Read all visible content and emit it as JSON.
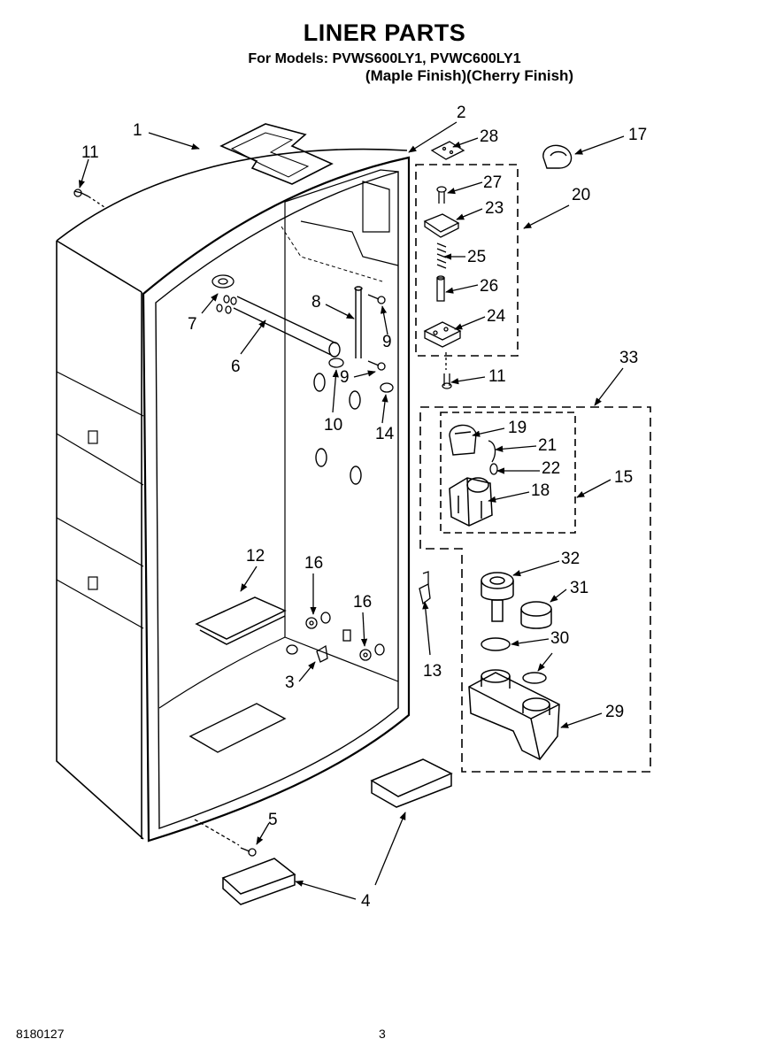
{
  "header": {
    "title": "LINER PARTS",
    "models": "For Models: PVWS600LY1, PVWC600LY1",
    "finish": "(Maple Finish)(Cherry Finish)"
  },
  "footer": {
    "doc_number": "8180127",
    "page_number": "3"
  },
  "callouts": [
    {
      "id": "c1",
      "label": "1"
    },
    {
      "id": "c2",
      "label": "2"
    },
    {
      "id": "c3",
      "label": "3"
    },
    {
      "id": "c4",
      "label": "4"
    },
    {
      "id": "c5",
      "label": "5"
    },
    {
      "id": "c6",
      "label": "6"
    },
    {
      "id": "c7",
      "label": "7"
    },
    {
      "id": "c8",
      "label": "8"
    },
    {
      "id": "c9a",
      "label": "9"
    },
    {
      "id": "c9b",
      "label": "9"
    },
    {
      "id": "c10",
      "label": "10"
    },
    {
      "id": "c11a",
      "label": "11"
    },
    {
      "id": "c11b",
      "label": "11"
    },
    {
      "id": "c12",
      "label": "12"
    },
    {
      "id": "c13",
      "label": "13"
    },
    {
      "id": "c14",
      "label": "14"
    },
    {
      "id": "c15",
      "label": "15"
    },
    {
      "id": "c16a",
      "label": "16"
    },
    {
      "id": "c16b",
      "label": "16"
    },
    {
      "id": "c17",
      "label": "17"
    },
    {
      "id": "c18",
      "label": "18"
    },
    {
      "id": "c19",
      "label": "19"
    },
    {
      "id": "c20",
      "label": "20"
    },
    {
      "id": "c21",
      "label": "21"
    },
    {
      "id": "c22",
      "label": "22"
    },
    {
      "id": "c23",
      "label": "23"
    },
    {
      "id": "c24",
      "label": "24"
    },
    {
      "id": "c25",
      "label": "25"
    },
    {
      "id": "c26",
      "label": "26"
    },
    {
      "id": "c27",
      "label": "27"
    },
    {
      "id": "c28",
      "label": "28"
    },
    {
      "id": "c29",
      "label": "29"
    },
    {
      "id": "c30",
      "label": "30"
    },
    {
      "id": "c31",
      "label": "31"
    },
    {
      "id": "c32",
      "label": "32"
    },
    {
      "id": "c33",
      "label": "33"
    }
  ]
}
